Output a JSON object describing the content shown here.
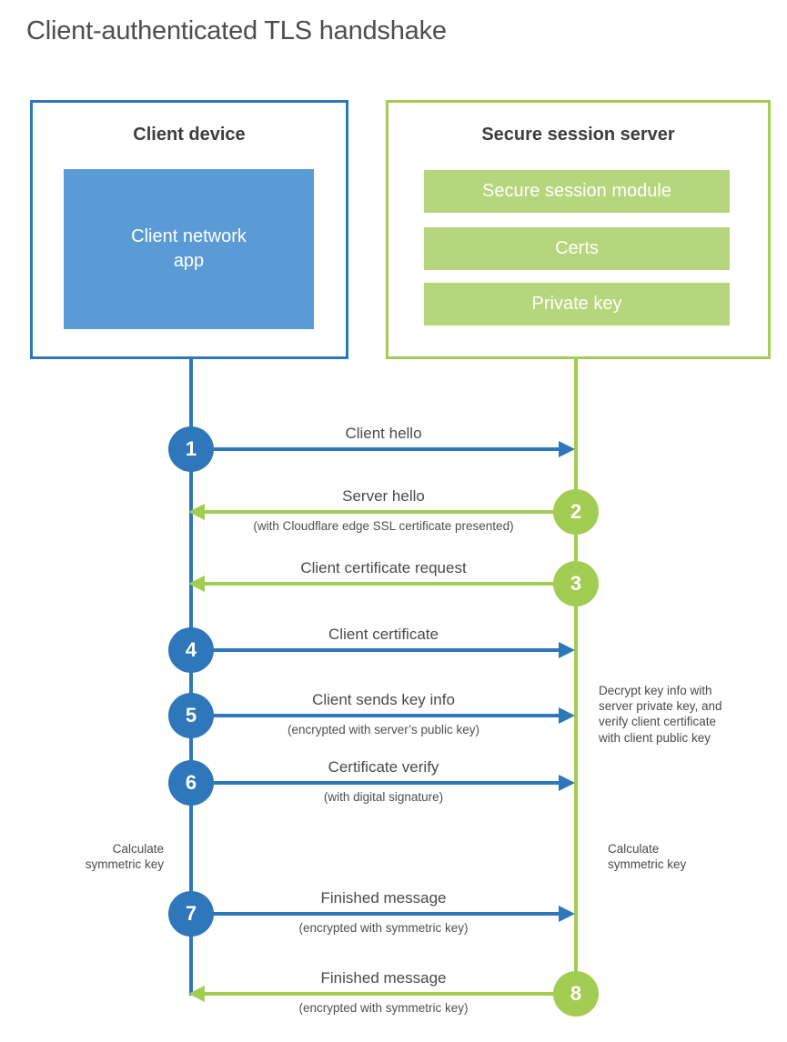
{
  "title": "Client-authenticated TLS handshake",
  "colors": {
    "blue": "#2e77bb",
    "blue_fill": "#5b9bd5",
    "green": "#a3cd52",
    "green_fill": "#b5d67c",
    "heading_text": "#3d3d3d",
    "label_text": "#4a4a4a"
  },
  "client_device": {
    "heading": "Client device",
    "app_label": "Client network\napp"
  },
  "server": {
    "heading": "Secure session server",
    "modules": [
      "Secure session module",
      "Certs",
      "Private key"
    ]
  },
  "steps": [
    {
      "num": "1",
      "from": "client",
      "direction": "right",
      "label": "Client hello",
      "sub": ""
    },
    {
      "num": "2",
      "from": "server",
      "direction": "left",
      "label": "Server hello",
      "sub": "(with Cloudflare edge SSL certificate presented)"
    },
    {
      "num": "3",
      "from": "server",
      "direction": "left",
      "label": "Client certificate request",
      "sub": ""
    },
    {
      "num": "4",
      "from": "client",
      "direction": "right",
      "label": "Client certificate",
      "sub": ""
    },
    {
      "num": "5",
      "from": "client",
      "direction": "right",
      "label": "Client sends key info",
      "sub": "(encrypted with server’s public key)"
    },
    {
      "num": "6",
      "from": "client",
      "direction": "right",
      "label": "Certificate verify",
      "sub": "(with digital signature)"
    },
    {
      "num": "7",
      "from": "client",
      "direction": "right",
      "label": "Finished message",
      "sub": "(encrypted with symmetric key)"
    },
    {
      "num": "8",
      "from": "server",
      "direction": "left",
      "label": "Finished message",
      "sub": "(encrypted with symmetric key)"
    }
  ],
  "annotations": {
    "decrypt_note": "Decrypt key info with server private key, and verify client certificate with client public key",
    "calc_left": "Calculate\nsymmetric key",
    "calc_right": "Calculate\nsymmetric key"
  }
}
